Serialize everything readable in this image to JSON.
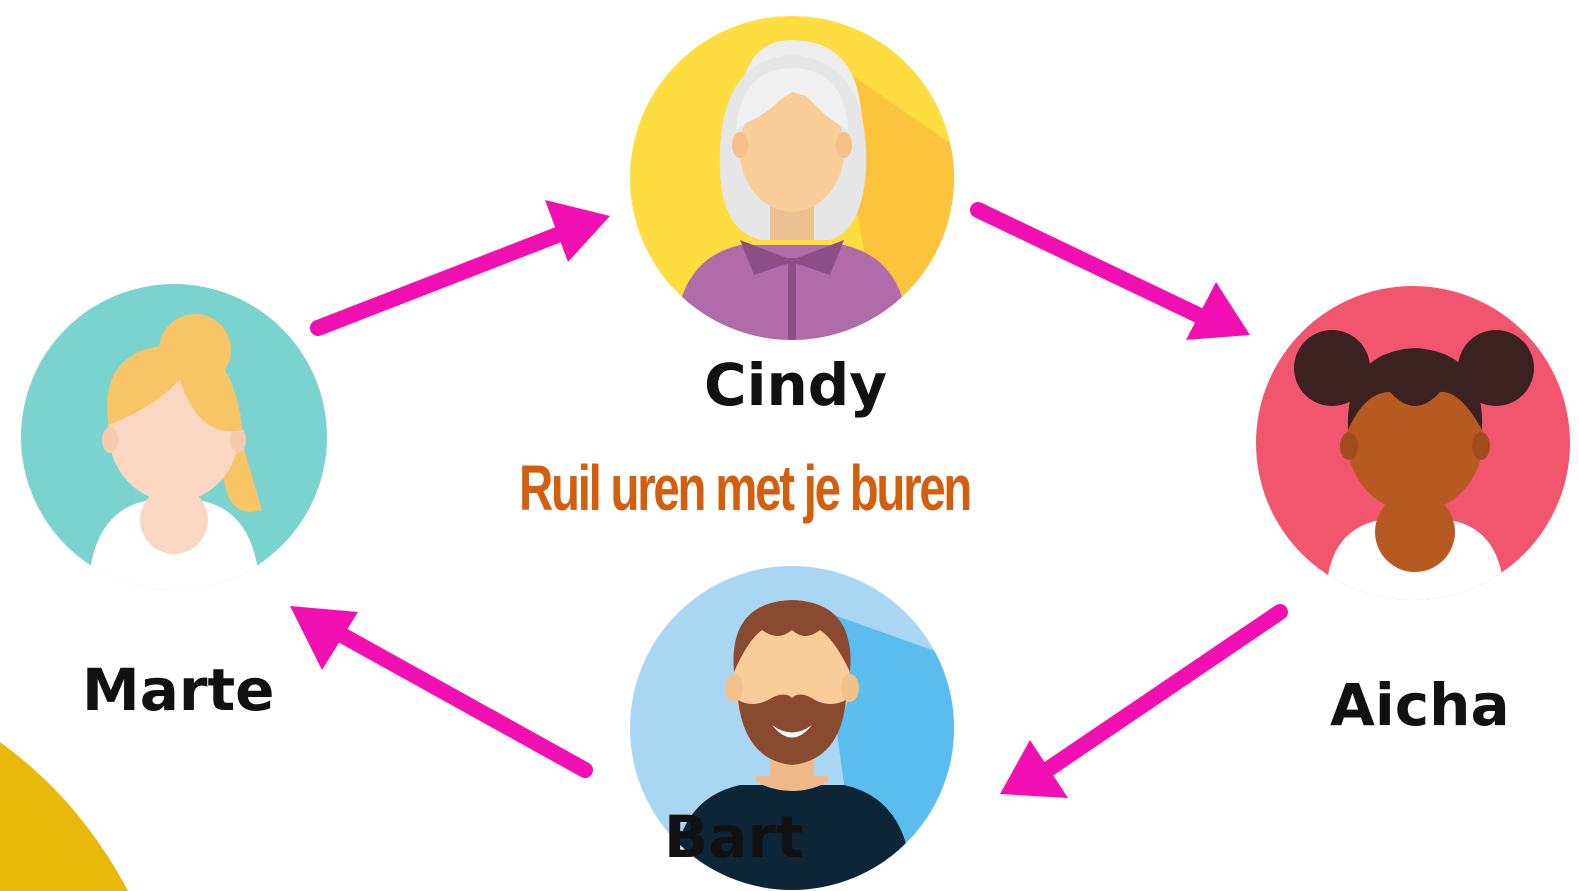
{
  "title": "Ruil uren met je buren",
  "people": {
    "cindy": "Cindy",
    "marte": "Marte",
    "aicha": "Aicha",
    "bart": "Bart"
  },
  "colors": {
    "arrow": "#f10fb2",
    "title": "#d35f0e",
    "cindy_bg": "#fddd40",
    "marte_bg": "#7ad3cf",
    "aicha_bg": "#f2566e",
    "bart_bg": "#a9d6f3",
    "corner_shape": "#e8b80a"
  },
  "icons": [
    "woman-avatar-icon",
    "elderly-woman-avatar-icon",
    "girl-avatar-icon",
    "bearded-man-avatar-icon",
    "arrow-icon"
  ]
}
